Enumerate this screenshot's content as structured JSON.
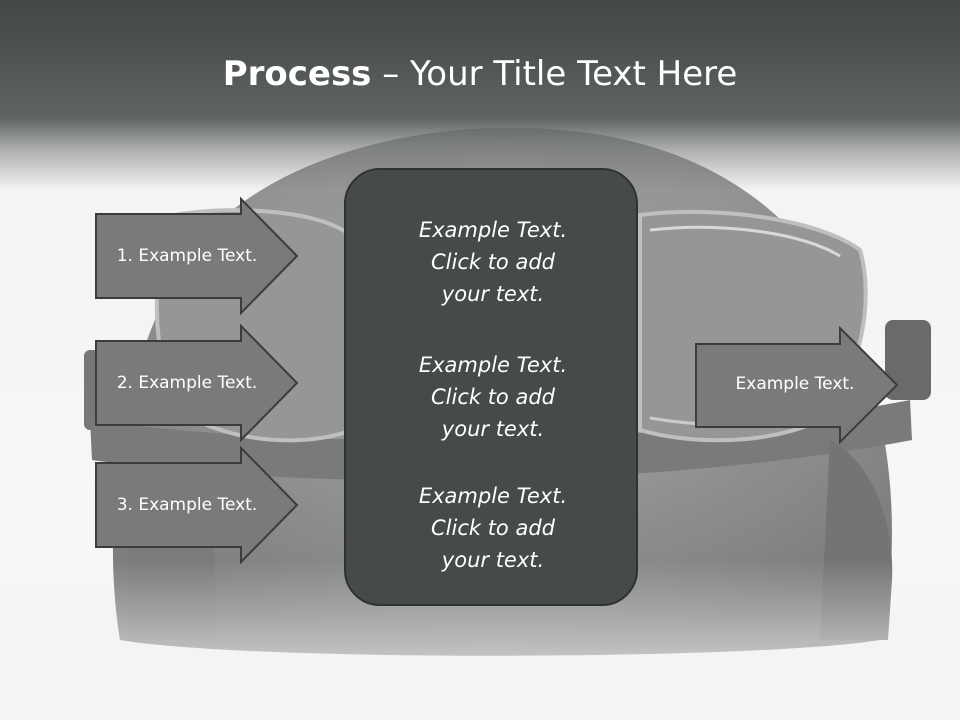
{
  "title": {
    "bold": "Process",
    "rest": " – Your Title Text Here"
  },
  "input_arrows": [
    {
      "label": "1. Example Text."
    },
    {
      "label": "2. Example Text."
    },
    {
      "label": "3. Example Text."
    }
  ],
  "center_box": {
    "blocks": [
      {
        "lines": [
          "Example Text.",
          "Click  to add",
          "your text."
        ]
      },
      {
        "lines": [
          "Example Text.",
          "Click  to add",
          "your text."
        ]
      },
      {
        "lines": [
          "Example Text.",
          "Click  to add",
          "your text."
        ]
      }
    ]
  },
  "output_arrow": {
    "label": "Example Text."
  },
  "colors": {
    "header": "#4a4e4d",
    "arrow_fill": "#7a7a7a",
    "arrow_stroke": "#3c3c3c",
    "box_fill": "#464a49",
    "text": "#ffffff"
  },
  "background_image": "helmet-with-goggles-photo"
}
